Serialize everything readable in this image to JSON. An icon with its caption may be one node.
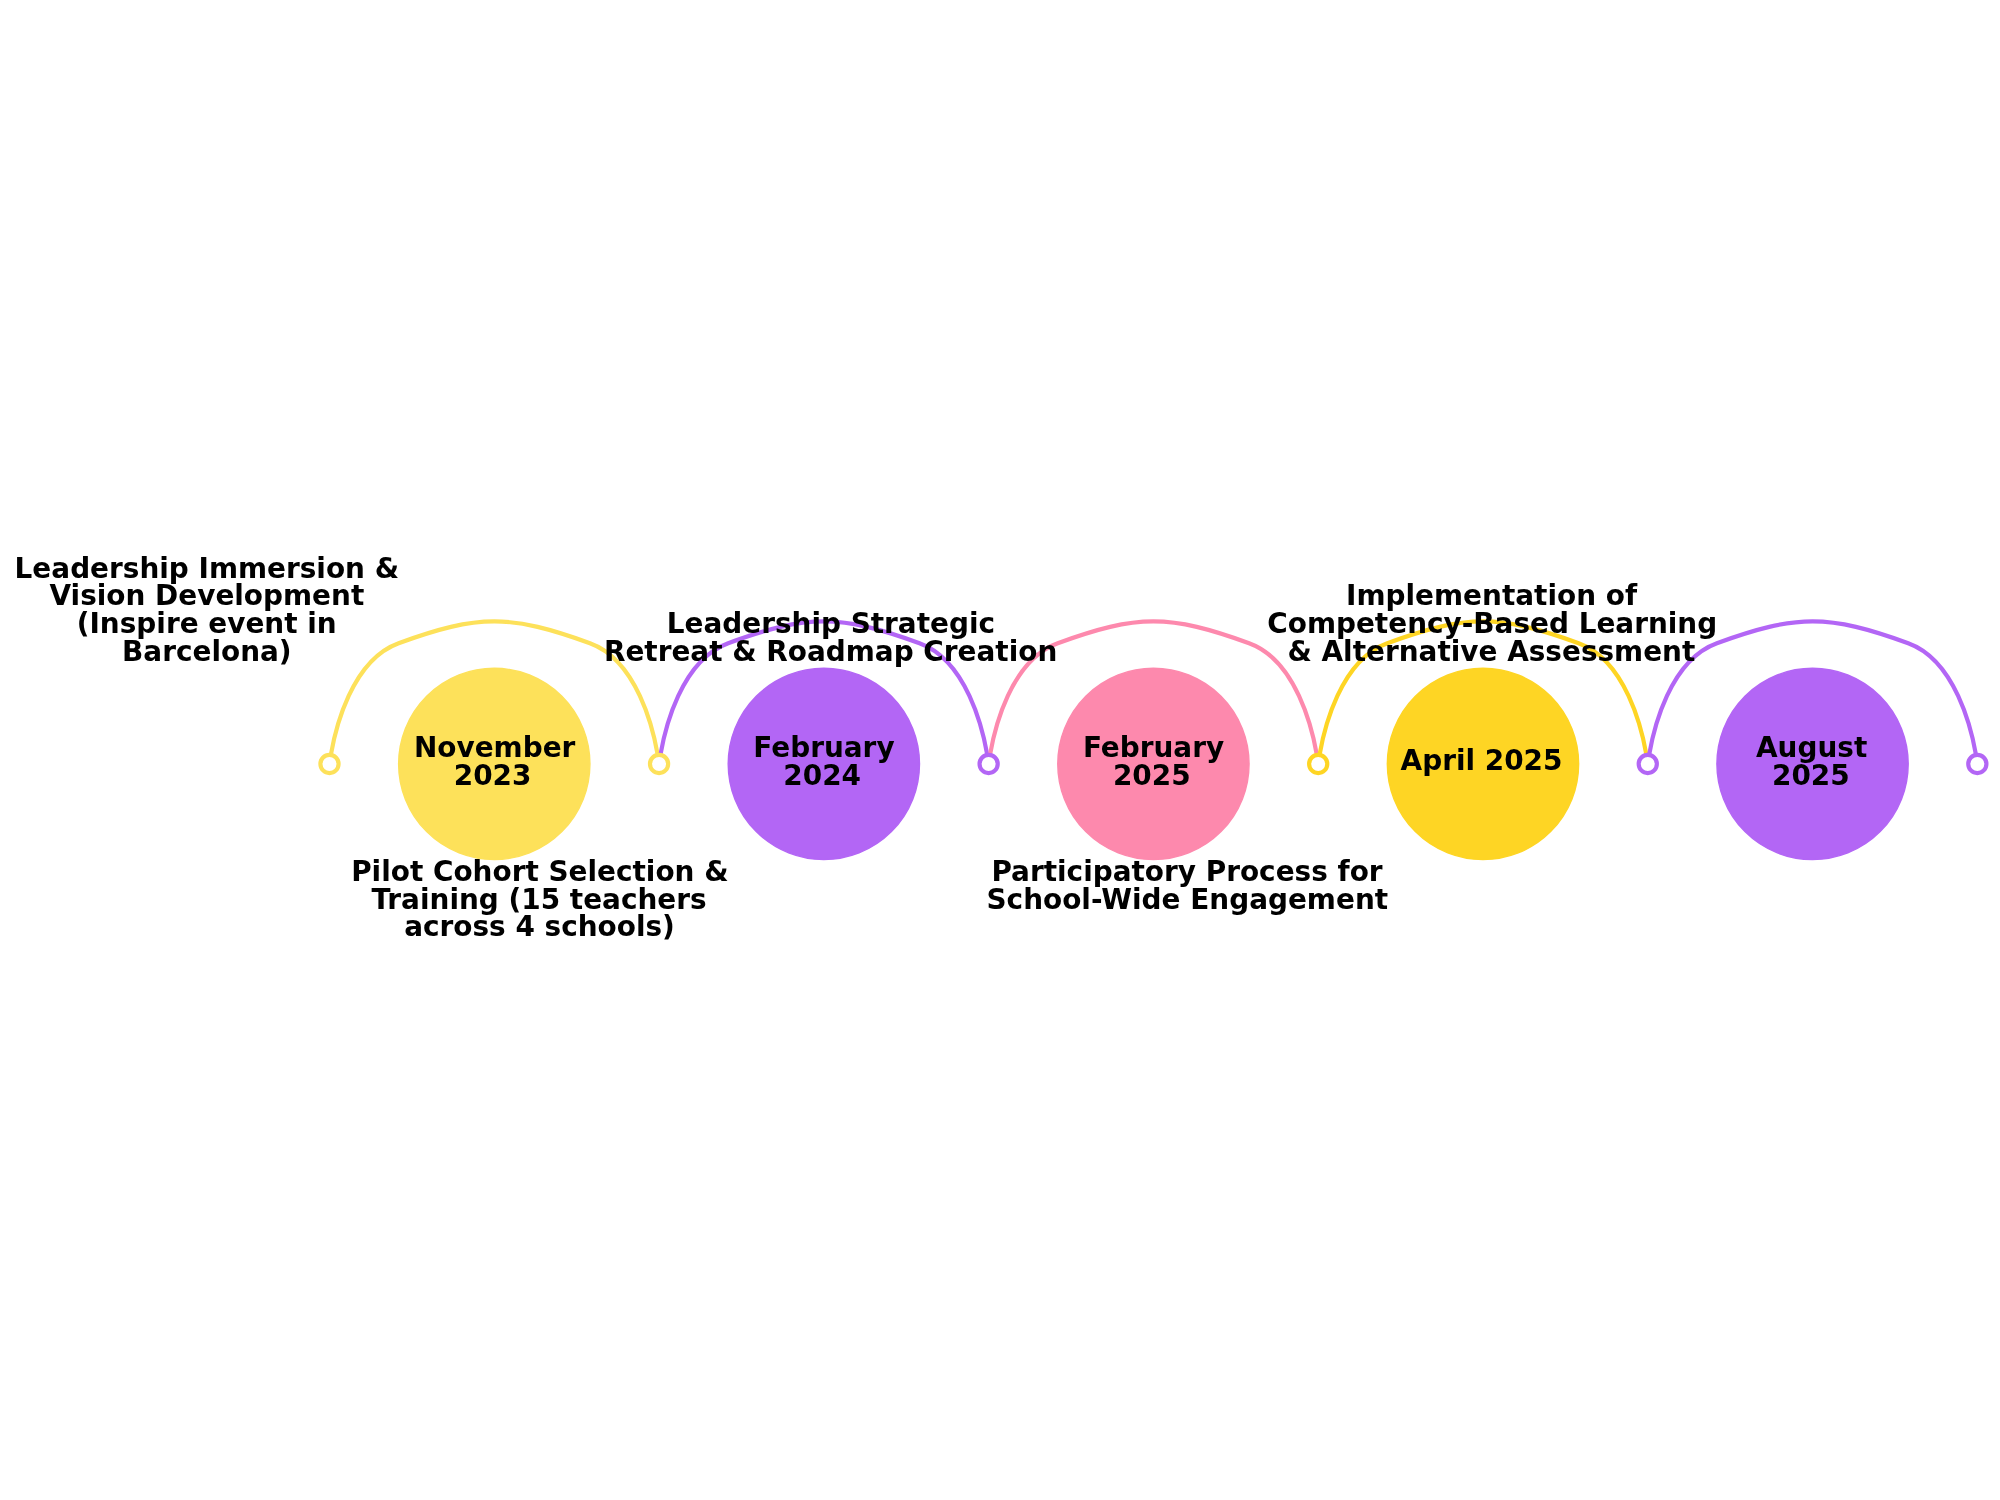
{
  "diagram": {
    "nodes": [
      {
        "text": [],
        "shape": "circle"
      },
      {
        "text": [
          "November 2023"
        ],
        "beside": [
          "Leadership Immersion & Vision Development (Inspire event in Barcelona)"
        ]
      },
      {
        "text": [],
        "shape": "circle"
      },
      {
        "text": [
          "February 2024"
        ],
        "beside": [
          "Pilot Cohort Selection & Training (15 teachers across 4 schools)"
        ]
      },
      {
        "text": [],
        "shape": "circle"
      },
      {
        "text": [
          "February 2025"
        ],
        "beside": [
          "Leadership Strategic Retreat & Roadmap Creation"
        ]
      },
      {
        "text": [],
        "shape": "circle"
      },
      {
        "text": [
          "April 2025"
        ],
        "beside": [
          "Participatory Process for School-Wide Engagement"
        ]
      },
      {
        "text": [],
        "shape": "circle"
      },
      {
        "text": [
          "August 2025"
        ],
        "beside": [
          "Implementation of Competency-Based Learning & Alternative Assessment"
        ]
      },
      {
        "text": [],
        "shape": "circle"
      }
    ],
    "edges": [
      {
        "from": 0,
        "to": 2,
        "arrow": "none",
        "color": "#fde15a"
      },
      {
        "from": 2,
        "to": 4,
        "arrow": "none",
        "color": "#b366f5"
      },
      {
        "from": 4,
        "to": 6,
        "arrow": "none",
        "color": "#fd89ad"
      },
      {
        "from": 6,
        "to": 8,
        "arrow": "none",
        "color": "#fed524"
      },
      {
        "from": 8,
        "to": 10,
        "arrow": "none",
        "color": "#b366f5"
      }
    ]
  }
}
